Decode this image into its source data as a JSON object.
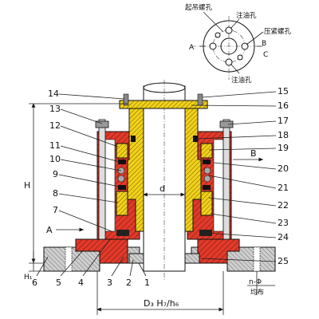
{
  "top_view": {
    "labels": {
      "lifting_bolt_hole": "起吊螺孔",
      "oil_hole_top": "注油孔",
      "tightening_bolt_hole": "压紧螺孔",
      "oil_hole_bottom": "注油孔",
      "A": "A",
      "B": "B",
      "C": "C"
    }
  },
  "section_view": {
    "part_numbers_left": [
      "14",
      "13",
      "12",
      "11",
      "10",
      "9",
      "8",
      "7",
      "6",
      "5",
      "4",
      "3",
      "2",
      "1"
    ],
    "part_numbers_right": [
      "15",
      "16",
      "17",
      "18",
      "19",
      "20",
      "21",
      "22",
      "23",
      "24",
      "25"
    ],
    "dims": {
      "H": "H",
      "H1": "H₁",
      "d": "d",
      "D3": "D₃ H₇/h₆",
      "n_phi": "n-Φ",
      "even_dist": "均布"
    },
    "arrows": {
      "A": "A",
      "B": "B"
    }
  }
}
